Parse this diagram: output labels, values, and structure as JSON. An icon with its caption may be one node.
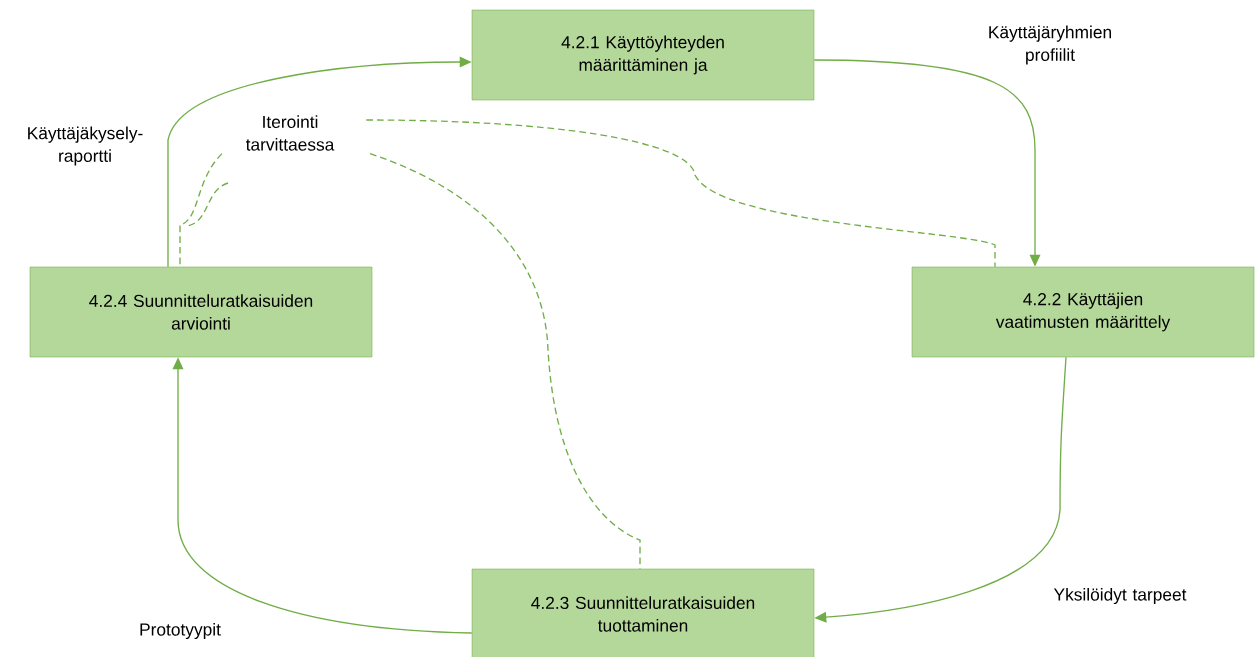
{
  "diagram": {
    "nodes": [
      {
        "text": [
          "4.2.1 Käyttöyhteyden määrittäminen ja"
        ]
      },
      {
        "text": [
          "4.2.2 Käyttäjien vaatimusten määrittely"
        ]
      },
      {
        "text": [
          "4.2.3 Suunnitteluratkaisuiden tuottaminen"
        ]
      },
      {
        "text": [
          "4.2.4 Suunnitteluratkaisuiden arviointi"
        ]
      },
      {
        "text": [
          "Iterointi tarvittaessa"
        ]
      }
    ],
    "edges": [
      {
        "from": 0,
        "to": 1,
        "arrow": "to",
        "label": "Käyttäjäryhmien profiilit"
      },
      {
        "from": 1,
        "to": 2,
        "arrow": "to",
        "label": "Yksilöidyt tarpeet"
      },
      {
        "from": 2,
        "to": 3,
        "arrow": "to",
        "label": "Prototyypit"
      },
      {
        "from": 3,
        "to": 0,
        "arrow": "to",
        "label": "Käyttäjäkysely-raportti"
      },
      {
        "from": 4,
        "to": 1,
        "arrow": "none",
        "style": "dashed"
      },
      {
        "from": 4,
        "to": 2,
        "arrow": "none",
        "style": "dashed"
      },
      {
        "from": 4,
        "to": 3,
        "arrow": "none",
        "style": "dashed"
      }
    ]
  }
}
